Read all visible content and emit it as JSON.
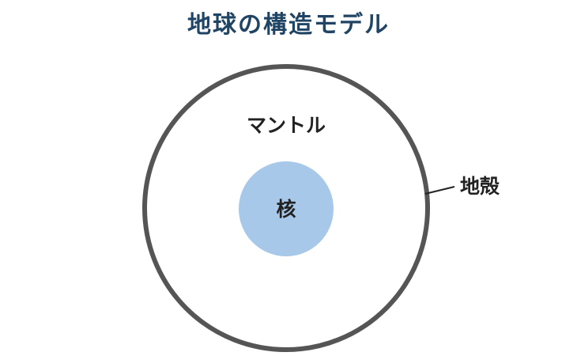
{
  "title": "地球の構造モデル",
  "labels": {
    "mantle": "マントル",
    "core": "核",
    "crust": "地殻"
  },
  "colors": {
    "title": "#1f4464",
    "crust_outline": "#555555",
    "core_fill": "#a8c8ea",
    "text": "#222222"
  }
}
